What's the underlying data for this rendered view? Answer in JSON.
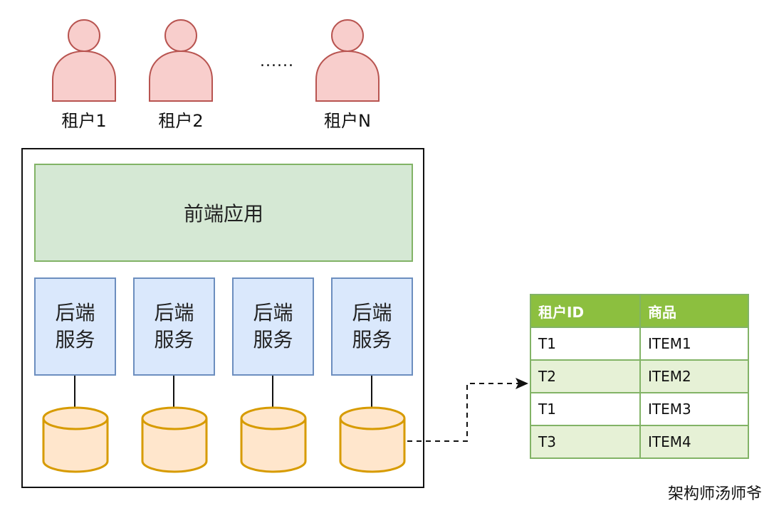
{
  "tenants": [
    {
      "label": "租户1"
    },
    {
      "label": "租户2"
    },
    {
      "label": "租户N"
    }
  ],
  "ellipsis": "......",
  "frontend": {
    "label": "前端应用"
  },
  "backends": [
    {
      "label": "后端服务"
    },
    {
      "label": "后端服务"
    },
    {
      "label": "后端服务"
    },
    {
      "label": "后端服务"
    }
  ],
  "table": {
    "headers": [
      "租户ID",
      "商品"
    ],
    "rows": [
      [
        "T1",
        "ITEM1"
      ],
      [
        "T2",
        "ITEM2"
      ],
      [
        "T1",
        "ITEM3"
      ],
      [
        "T3",
        "ITEM4"
      ]
    ]
  },
  "watermark": "架构师汤师爷",
  "colors": {
    "person_fill": "#f8cecc",
    "person_stroke": "#b85450",
    "frontend_fill": "#d5e8d4",
    "frontend_stroke": "#82b366",
    "backend_fill": "#dae8fc",
    "backend_stroke": "#6c8ebf",
    "db_fill": "#ffe6cc",
    "db_stroke": "#d79b00",
    "table_header": "#8cbf3f",
    "table_alt_row": "#e6f1d6"
  }
}
